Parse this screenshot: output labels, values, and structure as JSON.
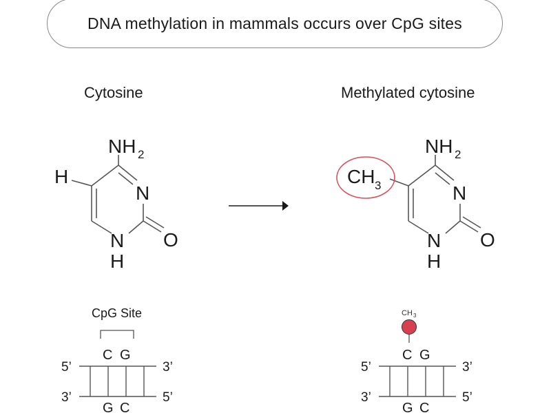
{
  "title": "DNA methylation in mammals occurs over CpG sites",
  "left": {
    "heading": "Cytosine",
    "atoms": {
      "amine": "NH",
      "amine_sub": "2",
      "h_left": "H",
      "n3": "N",
      "n1": "N",
      "h_bottom": "H",
      "o": "O"
    },
    "cpg_label": "CpG Site",
    "strand": {
      "top_5": "5’",
      "top_3": "3’",
      "bottom_3": "3’",
      "bottom_5": "5’",
      "top_c": "C",
      "top_g": "G",
      "bottom_g": "G",
      "bottom_c": "C"
    }
  },
  "right": {
    "heading": "Methylated cytosine",
    "atoms": {
      "amine": "NH",
      "amine_sub": "2",
      "methyl": "CH",
      "methyl_sub": "3",
      "n3": "N",
      "n1": "N",
      "h_bottom": "H",
      "o": "O"
    },
    "methyl_marker": "CH",
    "methyl_marker_sub": "3",
    "strand": {
      "top_5": "5’",
      "top_3": "3’",
      "bottom_3": "3’",
      "bottom_5": "5’",
      "top_c": "C",
      "top_g": "G",
      "bottom_g": "G",
      "bottom_c": "C"
    }
  },
  "colors": {
    "highlight": "#d94f5c",
    "marker_fill": "#d6404f",
    "line": "#555555",
    "arrow": "#1a1a1a"
  }
}
